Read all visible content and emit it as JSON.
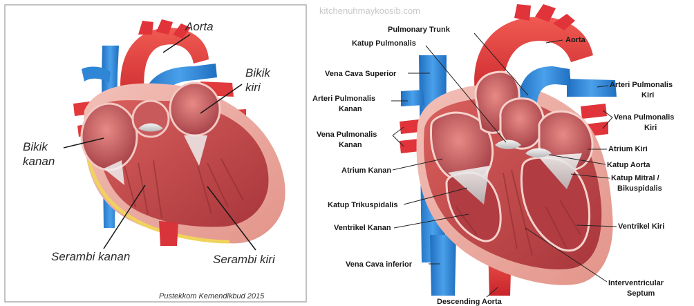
{
  "left_panel": {
    "labels": {
      "aorta": "Aorta",
      "bikik_kiri_1": "Bikik",
      "bikik_kiri_2": "kiri",
      "bikik_kanan_1": "Bikik",
      "bikik_kanan_2": "kanan",
      "serambi_kanan": "Serambi kanan",
      "serambi_kiri": "Serambi kiri"
    },
    "credit": "Pustekkom Kemendikbud 2015"
  },
  "right_panel": {
    "watermark": "kitchenuhmaykoosib.com",
    "labels": {
      "pulmonary_trunk": "Pulmonary Trunk",
      "katup_pulmonalis": "Katup Pulmonalis",
      "aorta": "Aorta",
      "vena_cava_superior": "Vena Cava Superior",
      "arteri_pulmonalis_kanan_1": "Arteri Pulmonalis",
      "arteri_pulmonalis_kanan_2": "Kanan",
      "vena_pulmonalis_kanan_1": "Vena Pulmonalis",
      "vena_pulmonalis_kanan_2": "Kanan",
      "atrium_kanan": "Atrium Kanan",
      "katup_trikuspidalis": "Katup Trikuspidalis",
      "ventrikel_kanan": "Ventrikel Kanan",
      "vena_cava_inferior": "Vena Cava inferior",
      "descending_aorta": "Descending Aorta",
      "arteri_pulmonalis_kiri_1": "Arteri Pulmonalis",
      "arteri_pulmonalis_kiri_2": "Kiri",
      "vena_pulmonalis_kiri_1": "Vena Pulmonalis",
      "vena_pulmonalis_kiri_2": "Kiri",
      "atrium_kiri": "Atrium Kiri",
      "katup_aorta": "Katup Aorta",
      "katup_mitral_1": "Katup Mitral /",
      "katup_mitral_2": "Bikuspidalis",
      "ventrikel_kiri": "Ventrikel Kiri",
      "interventricular_septum_1": "Interventricular",
      "interventricular_septum_2": "Septum"
    }
  },
  "colors": {
    "artery_red": "#e8383b",
    "vein_blue": "#2f86d6",
    "muscle": "#c0474a",
    "chamber": "#b84a4f",
    "outer_tissue": "#e9a79f"
  }
}
